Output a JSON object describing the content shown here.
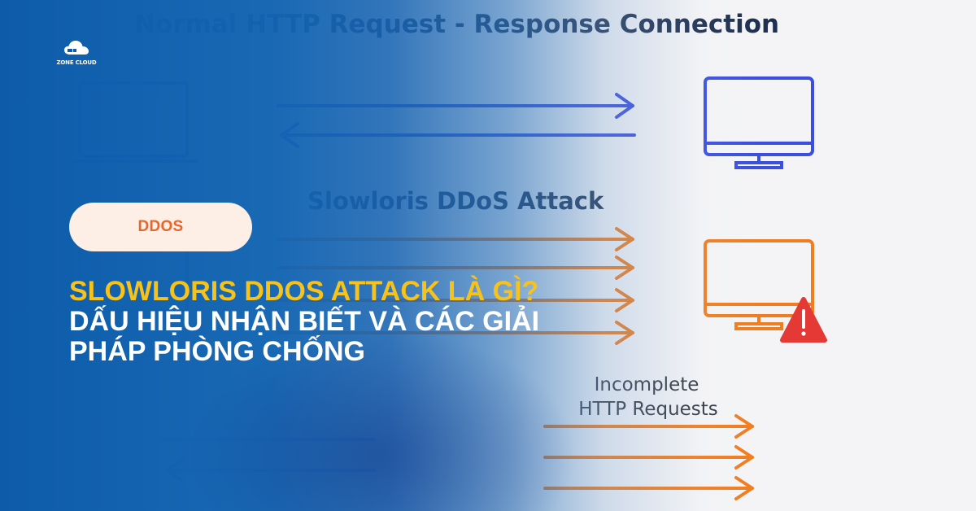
{
  "diagram": {
    "heading_normal": "Normal HTTP Request - Response Connection",
    "heading_attack": "Slowloris DDoS Attack",
    "incomplete_label_line1": "Incomplete",
    "incomplete_label_line2": "HTTP Requests",
    "colors": {
      "normal": "#3a4fe0",
      "attack": "#f07d20",
      "warning": "#e53935",
      "heading": "#1e3050"
    }
  },
  "logo": {
    "text": "ZONE CLOUD",
    "icon": "cloud-icon"
  },
  "tag": {
    "label": "DDOS"
  },
  "title": {
    "line1": "SLOWLORIS DDOS ATTACK LÀ GÌ?",
    "line2": "DẤU HIỆU NHẬN BIẾT VÀ CÁC GIẢI PHÁP PHÒNG CHỐNG"
  },
  "colors": {
    "brand_blue": "#0d5caa",
    "tag_bg": "#fdeee6",
    "tag_text": "#e8662a",
    "title_highlight": "#f7c21a",
    "title_text": "#ffffff"
  }
}
